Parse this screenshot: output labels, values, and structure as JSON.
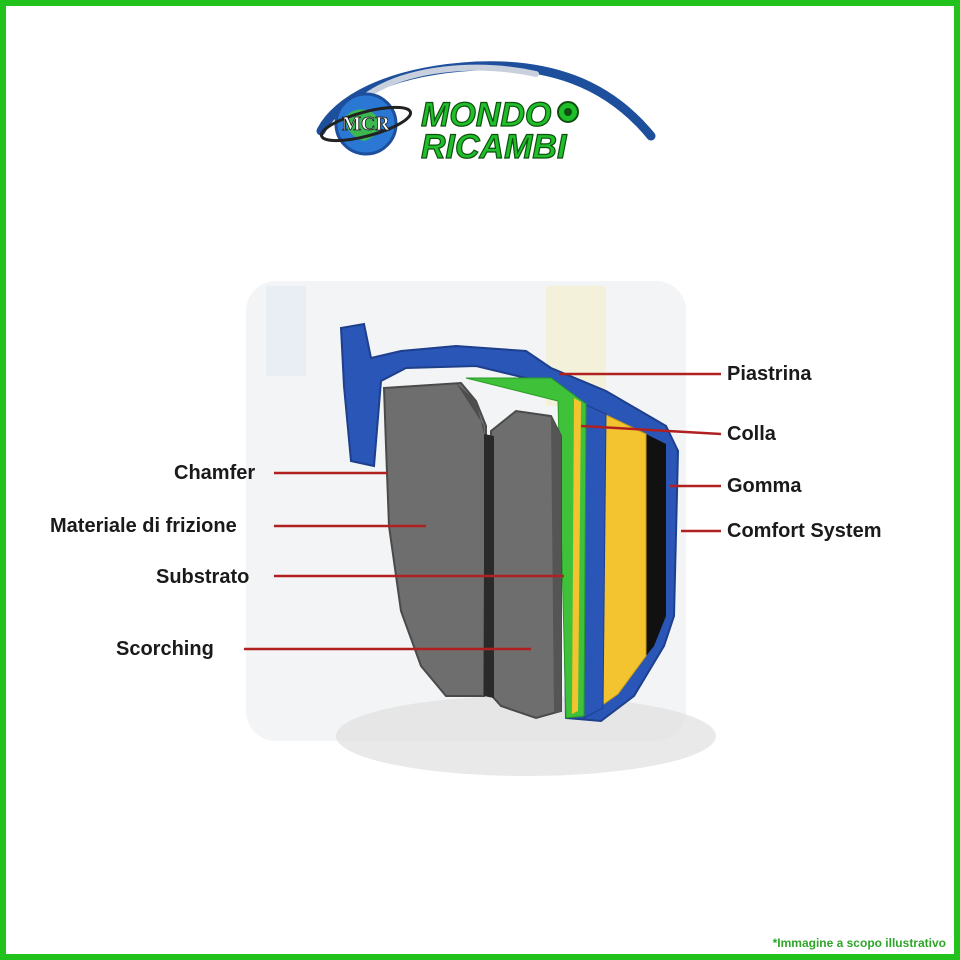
{
  "brand": {
    "name_line1": "MONDO",
    "name_line2": "RICAMBI",
    "monogram": "MCR",
    "color_primary": "#1d6fd6",
    "color_green": "#1fbf2a"
  },
  "frame_color": "#22c21d",
  "diagram": {
    "labels_left": [
      {
        "id": "chamfer",
        "text": "Chamfer"
      },
      {
        "id": "materiale",
        "text": "Materiale di frizione"
      },
      {
        "id": "substrato",
        "text": "Substrato"
      },
      {
        "id": "scorching",
        "text": "Scorching"
      }
    ],
    "labels_right": [
      {
        "id": "piastrina",
        "text": "Piastrina"
      },
      {
        "id": "colla",
        "text": "Colla"
      },
      {
        "id": "gomma",
        "text": "Gomma"
      },
      {
        "id": "comfort",
        "text": "Comfort System"
      }
    ],
    "leader_color": "#b02020",
    "layer_colors": {
      "friction": "#6e6e6e",
      "underlayer": "#3fc23a",
      "backplate": "#2a56b8",
      "shim_yellow": "#f4c430",
      "rubber": "#111111"
    }
  },
  "disclaimer": "*Immagine a scopo illustrativo"
}
